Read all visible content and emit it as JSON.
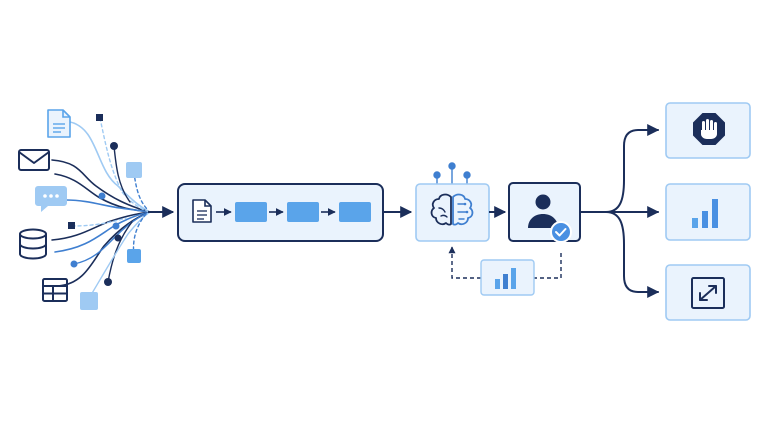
{
  "palette": {
    "navy": "#1b2e5a",
    "mid_blue": "#3f7fd0",
    "box_blue": "#5aa4ea",
    "light_blue": "#9fcaf3",
    "pale_blue": "#eaf3fd",
    "soft_blue": "#cfe3f8",
    "check_blue": "#4a90e2",
    "white": "#ffffff"
  },
  "sources": [
    {
      "kind": "document",
      "icon": "document-icon"
    },
    {
      "kind": "email",
      "icon": "envelope-icon"
    },
    {
      "kind": "chat",
      "icon": "chat-bubble-icon"
    },
    {
      "kind": "database",
      "icon": "database-icon"
    },
    {
      "kind": "table",
      "icon": "table-icon"
    }
  ],
  "pipeline": {
    "stage_count": 3,
    "first_step_icon": "document-icon"
  },
  "model": {
    "icon": "brain-circuit-icon"
  },
  "review": {
    "icon": "person-check-icon"
  },
  "feedback": {
    "icon": "bar-chart-icon"
  },
  "outcomes": [
    {
      "kind": "block",
      "icon": "stop-hand-icon"
    },
    {
      "kind": "report",
      "icon": "bar-chart-icon"
    },
    {
      "kind": "scale",
      "icon": "expand-arrows-icon"
    }
  ]
}
